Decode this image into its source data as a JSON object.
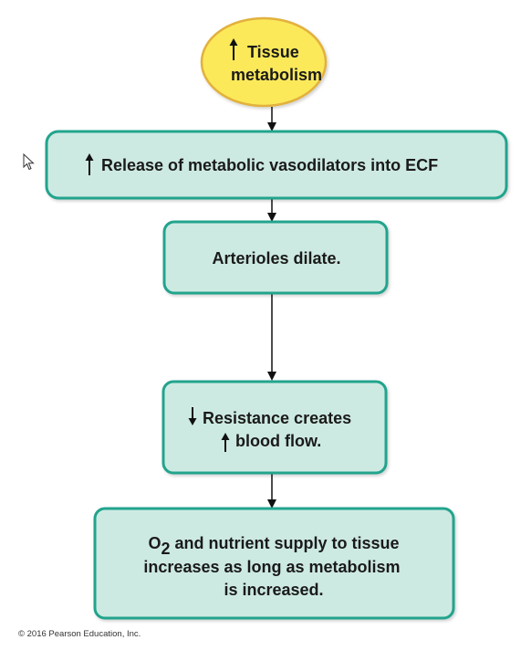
{
  "nodes": {
    "tissue": {
      "line1": "Tissue",
      "line2": "metabolism",
      "arrow": "up"
    },
    "release": {
      "text": "Release of metabolic vasodilators into ECF",
      "arrow": "up"
    },
    "arterioles": {
      "text": "Arterioles dilate."
    },
    "resistance": {
      "line1": "Resistance creates",
      "line1_arrow": "down",
      "line2": "blood flow.",
      "line2_arrow": "up"
    },
    "supply": {
      "line1_prefix": "O",
      "line1_subscript": "2",
      "line1_rest": " and nutrient supply to tissue",
      "line2": "increases as long as metabolism",
      "line3": "is increased."
    }
  },
  "colors": {
    "box_fill": "#cdeae2",
    "box_stroke": "#22a48d",
    "oval_fill": "#fbe95a",
    "oval_stroke": "#e2b13c",
    "arrow": "#111111"
  },
  "credit": "© 2016 Pearson Education, Inc."
}
